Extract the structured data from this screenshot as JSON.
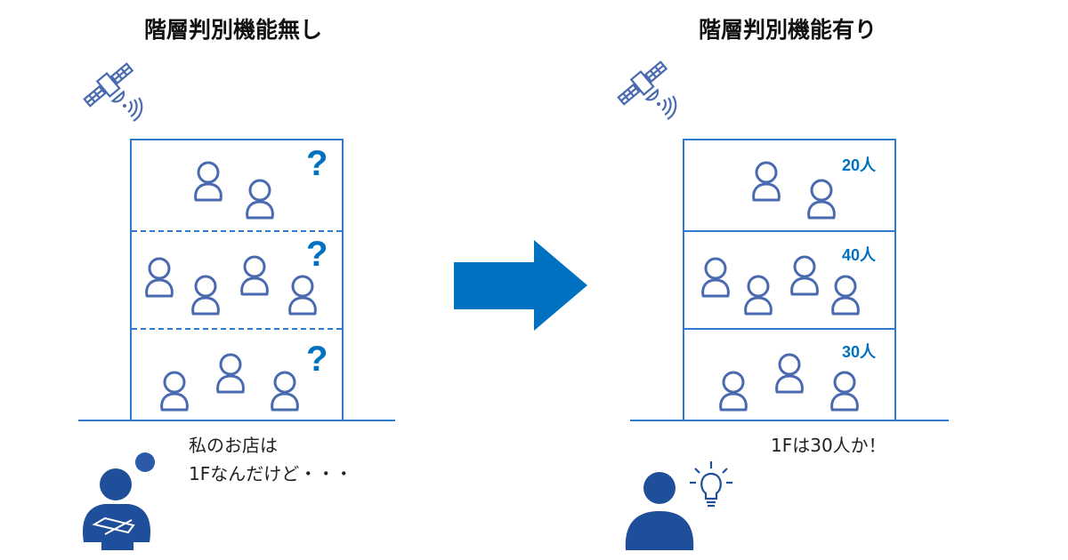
{
  "left": {
    "title": "階層判別機能無し",
    "floor_marks": [
      "?",
      "?",
      "?"
    ],
    "speech_line1": "私のお店は",
    "speech_line2": "1Fなんだけど・・・"
  },
  "right": {
    "title": "階層判別機能有り",
    "floor_counts": [
      "20人",
      "40人",
      "30人"
    ],
    "speech": "1Fは30人か！"
  },
  "colors": {
    "accent": "#0070c0",
    "outline": "#4a6ab0",
    "person": "#1f4e9a"
  }
}
